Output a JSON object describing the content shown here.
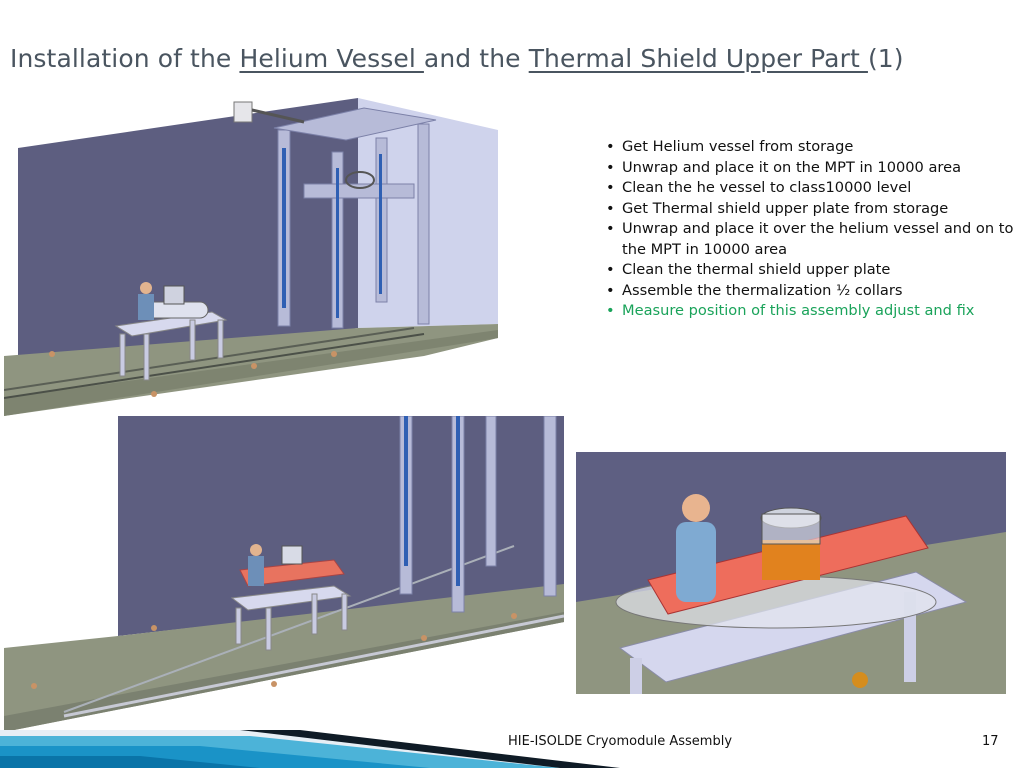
{
  "slide": {
    "title_parts": [
      "Installation of the ",
      "Helium Vessel ",
      "and the ",
      "Thermal Shield Upper Part ",
      "(1)"
    ],
    "bullets": [
      "Get Helium vessel from storage",
      "Unwrap and place it on the MPT in 10000 area",
      "Clean the he vessel to class10000 level",
      "Get Thermal shield upper plate from storage",
      "Unwrap and place it over the helium vessel and on to the MPT in 10000 area",
      "Clean the thermal shield upper plate",
      "Assemble the thermalization ½ collars",
      "Measure position of this assembly adjust and fix"
    ],
    "highlight_color": "#1aa35a",
    "footer": "HIE-ISOLDE Cryomodule Assembly",
    "page_number": "17"
  }
}
